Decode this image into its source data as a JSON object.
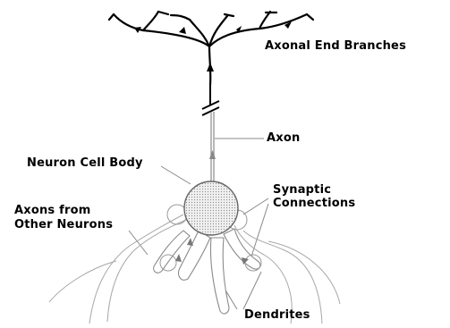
{
  "labels": {
    "axonal_end_branches": "Axonal End Branches",
    "axon": "Axon",
    "neuron_cell_body": "Neuron Cell Body",
    "synaptic_line1": "Synaptic",
    "synaptic_line2": "Connections",
    "axons_other_line1": "Axons from",
    "axons_other_line2": "Other Neurons",
    "dendrites": "Dendrites"
  },
  "colors": {
    "ink": "#000000",
    "faint": "#9a9a9a",
    "cell_fill": "#e6e6e6"
  }
}
